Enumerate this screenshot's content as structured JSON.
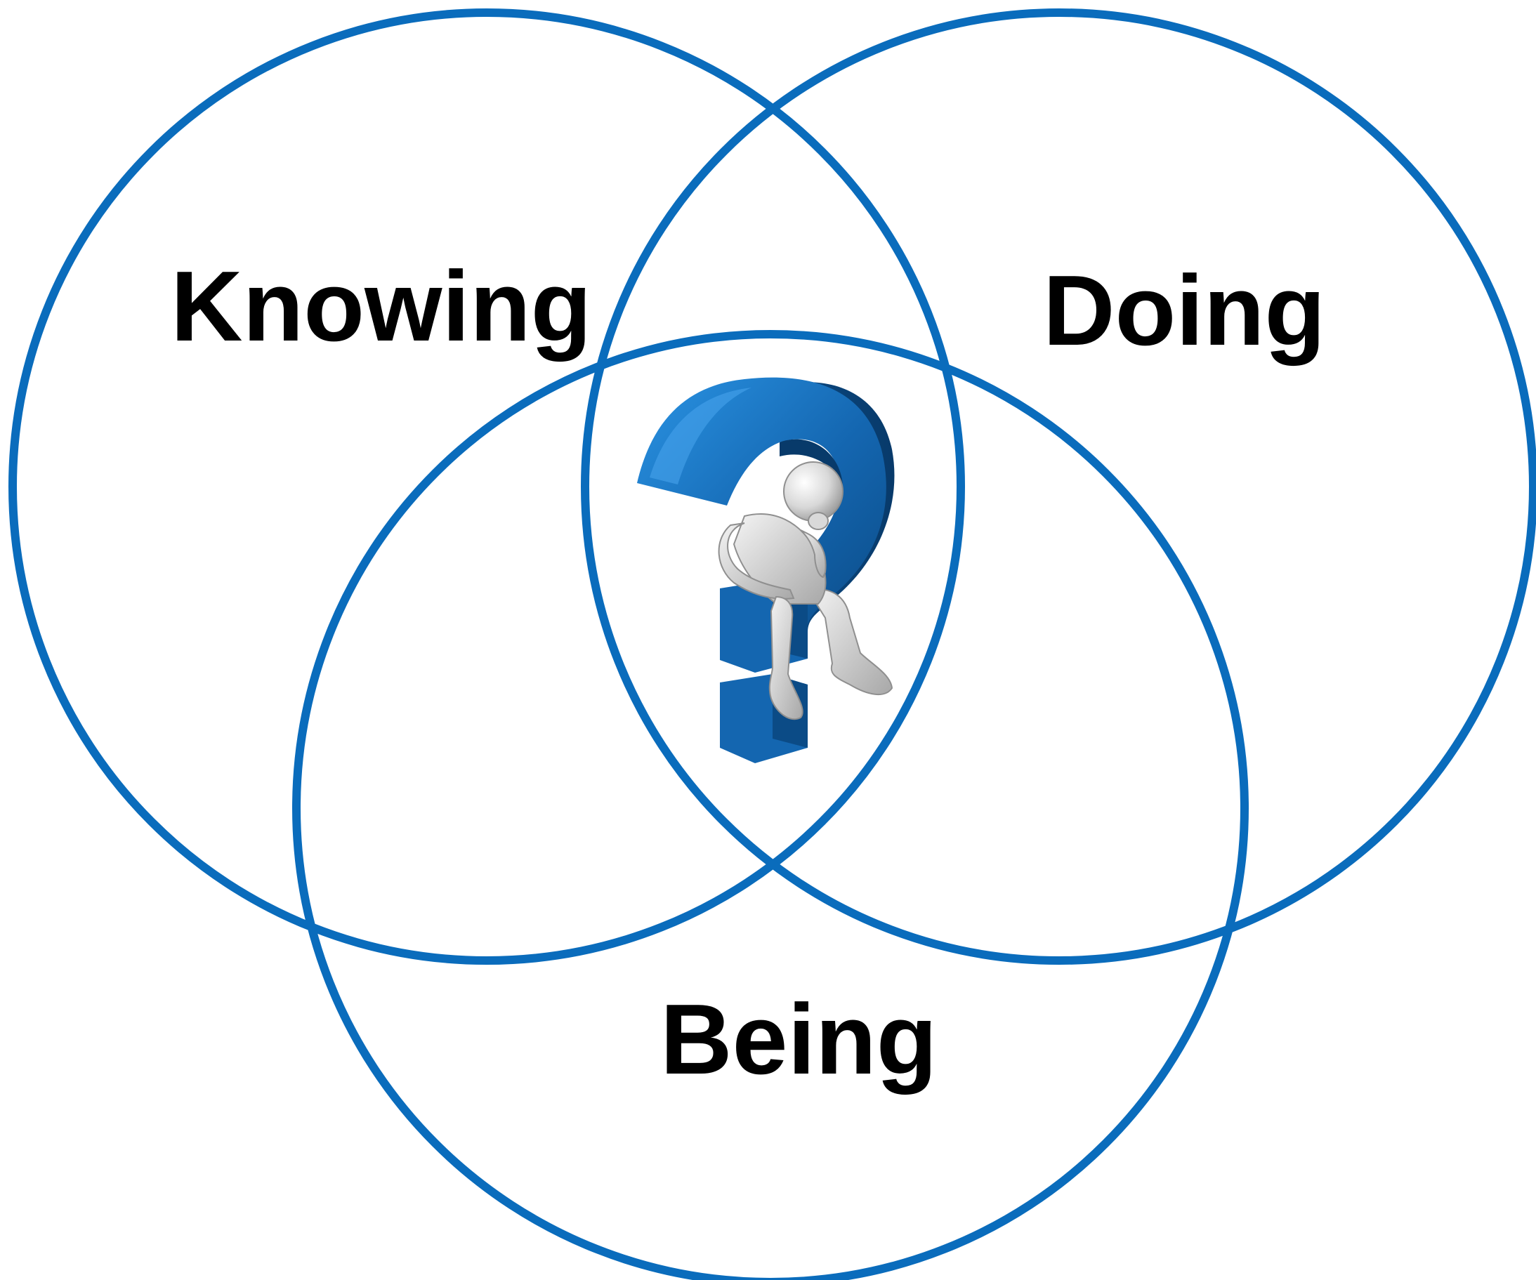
{
  "diagram": {
    "type": "venn",
    "circles": [
      {
        "name": "knowing",
        "label": "Knowing"
      },
      {
        "name": "doing",
        "label": "Doing"
      },
      {
        "name": "being",
        "label": "Being"
      }
    ],
    "center_image": "thinking-person-on-question-mark",
    "colors": {
      "circle_stroke": "#0a6cbc",
      "question_mark_light": "#1b84d6",
      "question_mark_mid": "#1466b0",
      "question_mark_dark": "#0b4b86",
      "figure": "#e0e0e0",
      "figure_shadow": "#9a9a9a",
      "background": "#ffffff"
    }
  }
}
